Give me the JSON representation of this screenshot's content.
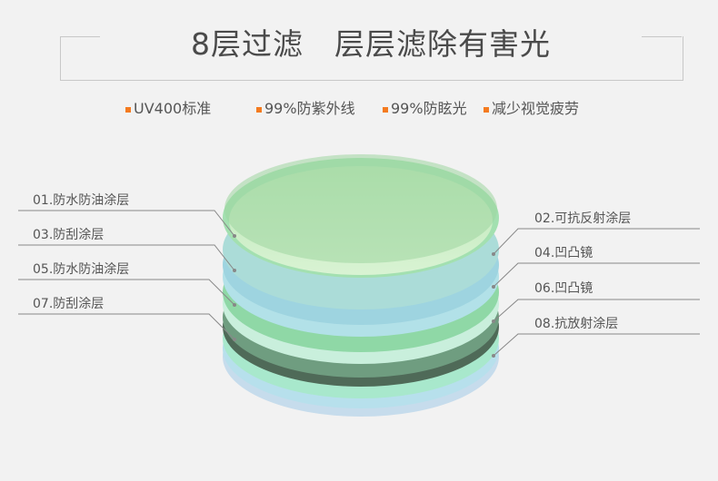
{
  "title": "8层过滤　层层滤除有害光",
  "features": [
    {
      "text": "UV400标准",
      "color": "#f47b20"
    },
    {
      "text": "99%防紫外线",
      "color": "#f47b20"
    },
    {
      "text": "99%防眩光",
      "color": "#f47b20"
    },
    {
      "text": "减少视觉疲劳",
      "color": "#f47b20"
    }
  ],
  "left_labels": [
    "01.防水防油涂层",
    "03.防刮涂层",
    "05.防水防油涂层",
    "07.防刮涂层"
  ],
  "right_labels": [
    "02.可抗反射涂层",
    "04.凹凸镜",
    "06.凹凸镜",
    "08.抗放射涂层"
  ]
}
